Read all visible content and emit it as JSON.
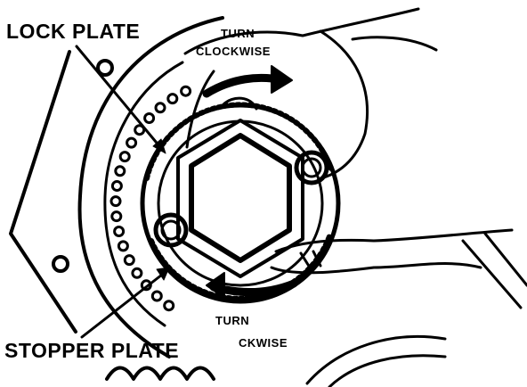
{
  "labels": {
    "lock_plate": "LOCK PLATE",
    "stopper_plate": "STOPPER PLATE",
    "turn_top_1": "TURN",
    "turn_top_2": "CLOCKWISE",
    "turn_bottom_1": "TURN",
    "turn_bottom_2": "CKWISE"
  },
  "colors": {
    "ink": "#000000",
    "paper": "#ffffff"
  }
}
